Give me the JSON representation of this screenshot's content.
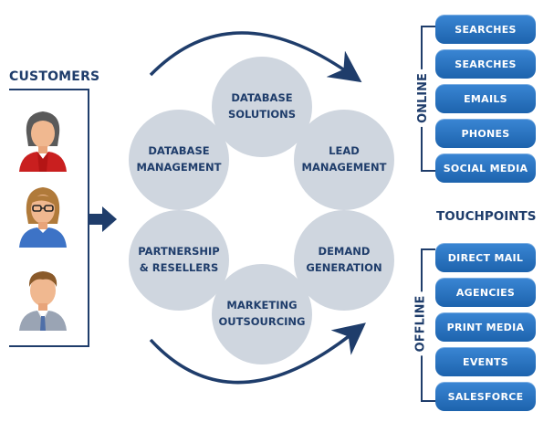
{
  "customers": {
    "title": "CUSTOMERS",
    "avatars": [
      "woman-red-icon",
      "woman-glasses-icon",
      "man-tie-icon"
    ]
  },
  "cycle": {
    "items": [
      "DATABASE\nSOLUTIONS",
      "LEAD\nMANAGEMENT",
      "DEMAND\nGENERATION",
      "MARKETING\nOUTSOURCING",
      "PARTNERSHIP\n& RESELLERS",
      "DATABASE\nMANAGEMENT"
    ]
  },
  "touchpoints": {
    "title": "TOUCHPOINTS",
    "online": {
      "label": "ONLINE",
      "items": [
        "SEARCHES",
        "SEARCHES",
        "EMAILS",
        "PHONES",
        "SOCIAL MEDIA"
      ]
    },
    "offline": {
      "label": "OFFLINE",
      "items": [
        "DIRECT MAIL",
        "AGENCIES",
        "PRINT MEDIA",
        "EVENTS",
        "SALESFORCE"
      ]
    }
  },
  "colors": {
    "navy": "#1f3d6b",
    "circle_fill": "#cfd6df",
    "pill_blue": "#2a74c2"
  }
}
